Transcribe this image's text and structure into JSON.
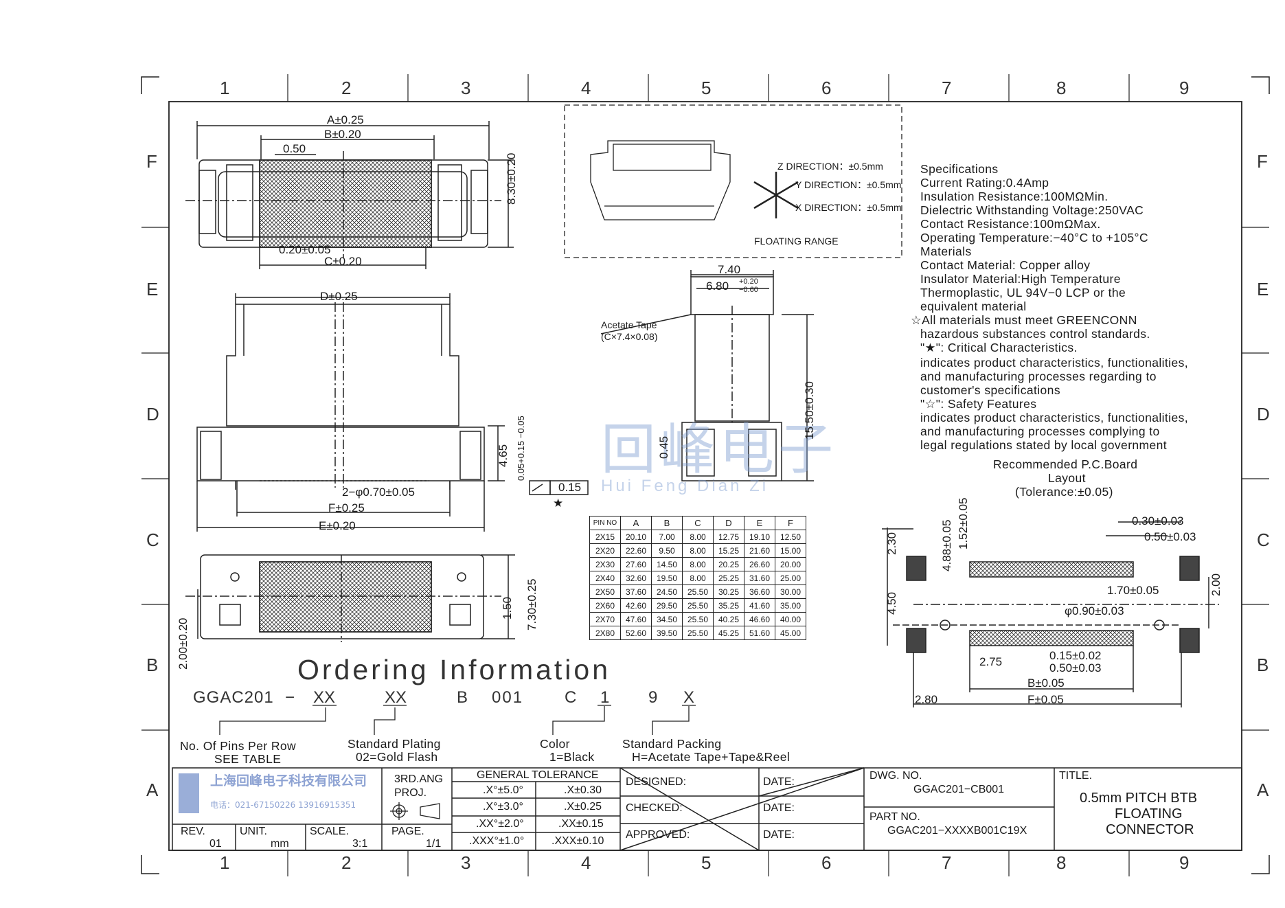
{
  "zones": {
    "columns": [
      "1",
      "2",
      "3",
      "4",
      "5",
      "6",
      "7",
      "8",
      "9"
    ],
    "rows": [
      "F",
      "E",
      "D",
      "C",
      "B",
      "A"
    ]
  },
  "top_view": {
    "dim_a": "A±0.25",
    "dim_b": "B±0.20",
    "pitch": "0.50",
    "pin_width": "0.20±0.05",
    "dim_c": "C±0.20",
    "height": "8.30±0.20"
  },
  "front_view": {
    "dim_d": "D±0.25",
    "holes": "2−φ0.70±0.05",
    "dim_f": "F±0.25",
    "dim_e": "E±0.20",
    "stack_a": "4.65",
    "stack_b": "0.05+0.15 −0.05",
    "flatness": "0.15",
    "critical_mark": "★"
  },
  "bottom_view": {
    "h1": "1.50",
    "h2": "7.30±0.25",
    "w1": "2.00±0.20"
  },
  "side_view": {
    "tape_label": "Acetate Tape",
    "tape_size": "(C×7.4×0.08)",
    "w1": "7.40",
    "w2_base": "6.80",
    "w2_tol_plus": "+0.20",
    "w2_tol_minus": "−0.60",
    "height": "15.50±0.30",
    "gap": "0.45"
  },
  "floating": {
    "z": "Z DIRECTION：±0.5mm",
    "y": "Y DIRECTION：±0.5mm",
    "x": "X DIRECTION：±0.5mm",
    "caption": "FLOATING RANGE"
  },
  "specifications": [
    "Specifications",
    "Current Rating:0.4Amp",
    "Insulation Resistance:100MΩMin.",
    "Dielectric Withstanding Voltage:250VAC",
    "Contact Resistance:100mΩMax.",
    "Operating Temperature:−40°C to +105°C",
    "Materials",
    "Contact Material: Copper alloy",
    "Insulator Material:High Temperature",
    "Thermoplastic, UL 94V−0 LCP or the",
    "equivalent material",
    "☆All materials must meet GREENCONN",
    "hazardous substances control standards.",
    "\"★\": Critical Characteristics.",
    "indicates product characteristics, functionalities,",
    "and manufacturing processes regarding to",
    "customer's specifications",
    "\"☆\": Safety Features",
    "indicates product characteristics, functionalities,",
    "and manufacturing processes complying to",
    "legal regulations stated by local government"
  ],
  "pcb_layout": {
    "title_1": "Recommended P.C.Board",
    "title_2": "Layout",
    "tolerance": "(Tolerance:±0.05)",
    "d_230": "2.30",
    "d_488": "4.88±0.05",
    "d_152": "1.52±0.05",
    "d_030": "0.30±0.03",
    "d_050a": "0.50±0.03",
    "d_170": "1.70±0.05",
    "d_200": "2.00",
    "d_450": "4.50",
    "d_090": "φ0.90±0.03",
    "d_275": "2.75",
    "d_015": "0.15±0.02",
    "d_050b": "0.50±0.03",
    "d_b": "B±0.05",
    "d_280": "2.80",
    "d_f": "F±0.05"
  },
  "pin_table": {
    "headers": [
      "PIN NO",
      "A",
      "B",
      "C",
      "D",
      "E",
      "F"
    ],
    "rows": [
      [
        "2X15",
        "20.10",
        "7.00",
        "8.00",
        "12.75",
        "19.10",
        "12.50"
      ],
      [
        "2X20",
        "22.60",
        "9.50",
        "8.00",
        "15.25",
        "21.60",
        "15.00"
      ],
      [
        "2X30",
        "27.60",
        "14.50",
        "8.00",
        "20.25",
        "26.60",
        "20.00"
      ],
      [
        "2X40",
        "32.60",
        "19.50",
        "8.00",
        "25.25",
        "31.60",
        "25.00"
      ],
      [
        "2X50",
        "37.60",
        "24.50",
        "25.50",
        "30.25",
        "36.60",
        "30.00"
      ],
      [
        "2X60",
        "42.60",
        "29.50",
        "25.50",
        "35.25",
        "41.60",
        "35.00"
      ],
      [
        "2X70",
        "47.60",
        "34.50",
        "25.50",
        "40.25",
        "46.60",
        "40.00"
      ],
      [
        "2X80",
        "52.60",
        "39.50",
        "25.50",
        "45.25",
        "51.60",
        "45.00"
      ]
    ]
  },
  "ordering": {
    "title": "Ordering Information",
    "code": [
      "GGAC201",
      "−",
      "XX",
      "XX",
      "B",
      "001",
      "C",
      "1",
      "9",
      "X"
    ],
    "pins_label": "No. Of Pins Per Row",
    "pins_sub": "SEE TABLE",
    "plating_label": "Standard Plating",
    "plating_sub": "02=Gold Flash",
    "color_label": "Color",
    "color_sub": "1=Black",
    "packing_label": "Standard Packing",
    "packing_sub": "H=Acetate Tape+Tape&Reel"
  },
  "watermark": {
    "name_cn": "回峰电子",
    "name_py": "Hui Feng Dian Zi"
  },
  "title_block": {
    "company_cn": "上海回峰电子科技有限公司",
    "phone": "电话：021-67150226 13916915351",
    "projection_1": "3RD.ANG",
    "projection_2": "PROJ.",
    "tol_title": "GENERAL TOLERANCE",
    "tol": [
      [
        ".X°±5.0°",
        ".X±0.30"
      ],
      [
        ".X°±3.0°",
        ".X±0.25"
      ],
      [
        ".XX°±2.0°",
        ".XX±0.15"
      ],
      [
        ".XXX°±1.0°",
        ".XXX±0.10"
      ]
    ],
    "designed": "DESIGNED:",
    "checked": "CHECKED:",
    "approved": "APPROVED:",
    "date": "DATE:",
    "dwg_label": "DWG. NO.",
    "dwg_no": "GGAC201−CB001",
    "part_label": "PART NO.",
    "part_no": "GGAC201−XXXXB001C19X",
    "title_label": "TITLE.",
    "title_1": "0.5mm PITCH BTB",
    "title_2": "FLOATING",
    "title_3": "CONNECTOR",
    "rev_label": "REV.",
    "rev": "01",
    "unit_label": "UNIT.",
    "unit": "mm",
    "scale_label": "SCALE.",
    "scale": "3:1",
    "page_label": "PAGE.",
    "page": "1/1"
  }
}
